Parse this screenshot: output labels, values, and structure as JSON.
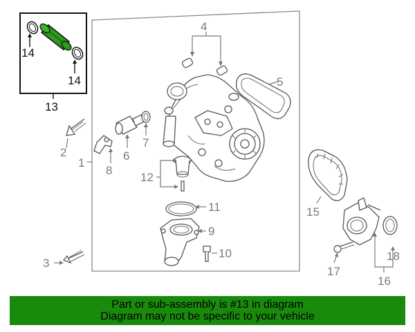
{
  "diagram": {
    "callouts": {
      "c1": "1",
      "c2": "2",
      "c3": "3",
      "c4": "4",
      "c5": "5",
      "c6": "6",
      "c7": "7",
      "c8": "8",
      "c9": "9",
      "c10": "10",
      "c11": "11",
      "c12": "12",
      "c13": "13",
      "c14a": "14",
      "c14b": "14",
      "c15": "15",
      "c16": "16",
      "c17": "17",
      "c18": "18"
    },
    "highlight_color": "#2d9a1e",
    "banner_color": "#1a8a0d"
  },
  "footer": {
    "line1": "Part or sub-assembly is #13 in diagram",
    "line2": "Diagram may not be specific to your vehicle"
  }
}
